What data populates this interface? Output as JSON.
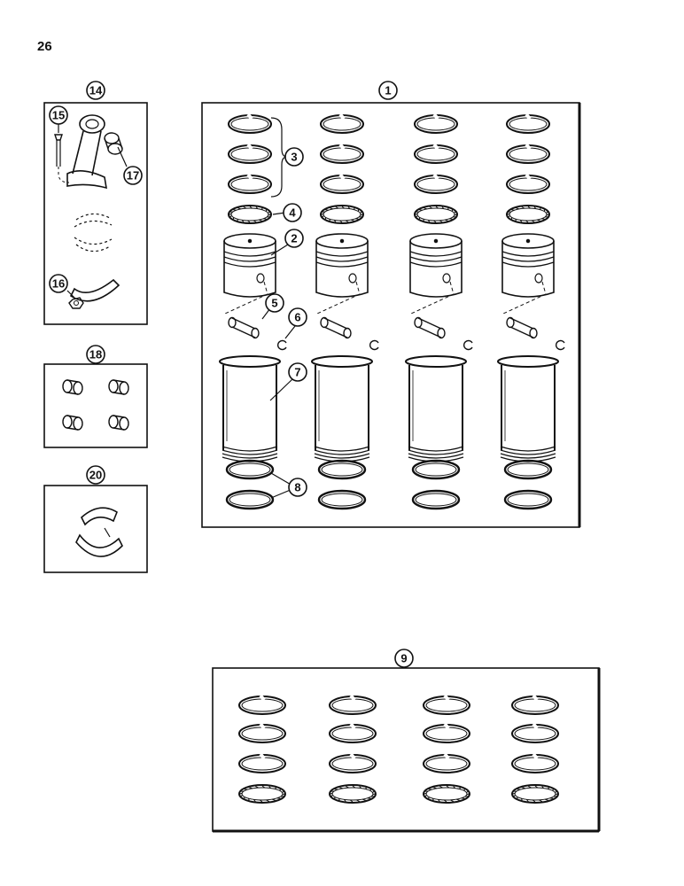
{
  "page_number": "26",
  "callouts": {
    "c1": "1",
    "c2": "2",
    "c3": "3",
    "c4": "4",
    "c5": "5",
    "c6": "6",
    "c7": "7",
    "c8": "8",
    "c9": "9",
    "c14": "14",
    "c15": "15",
    "c16": "16",
    "c17": "17",
    "c18": "18",
    "c20": "20"
  },
  "colors": {
    "line": "#111111",
    "background": "#ffffff"
  }
}
